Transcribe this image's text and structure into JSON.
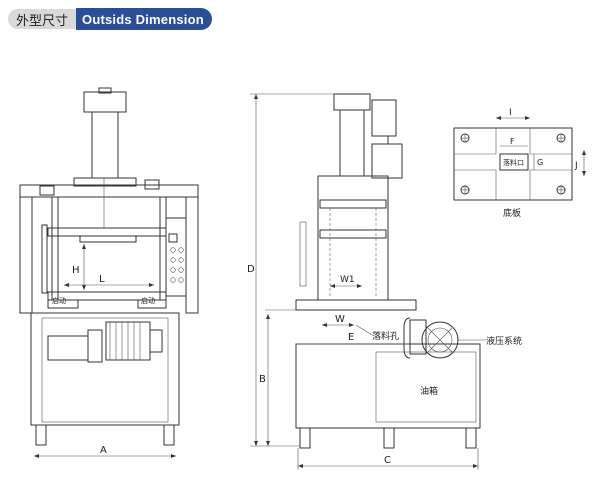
{
  "header": {
    "title_cn": "外型尺寸",
    "title_en": "Outsids Dimension"
  },
  "front_view": {
    "dim_A": "A",
    "dim_H": "H",
    "dim_L": "L",
    "button_left": "启动",
    "button_right": "启动"
  },
  "side_view": {
    "dim_D": "D",
    "dim_B": "B",
    "dim_C": "C",
    "dim_E": "E",
    "dim_W": "W",
    "dim_W1": "W1",
    "label_hole": "落料孔",
    "label_hydraulic": "液压系统",
    "label_tank": "油箱"
  },
  "bottom_plate": {
    "dim_I": "I",
    "dim_F": "F",
    "dim_G": "G",
    "dim_J": "J",
    "label_port": "落料口",
    "caption": "底板"
  }
}
